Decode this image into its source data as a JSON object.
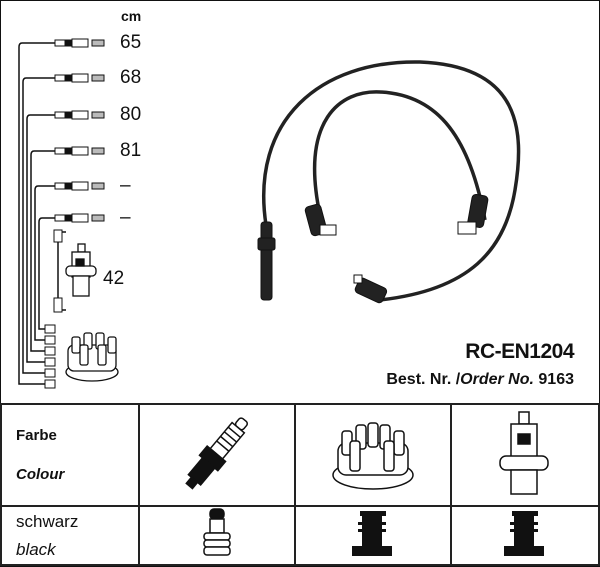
{
  "lengths": {
    "unit": "cm",
    "leads": [
      "65",
      "68",
      "80",
      "81",
      "–",
      "–"
    ],
    "coil_lead": "42"
  },
  "product": {
    "code": "RC-EN1204",
    "order_label_de": "Best. Nr.",
    "order_label_en": "Order No.",
    "order_number": "9163"
  },
  "table": {
    "header_de": "Farbe",
    "header_en": "Colour",
    "colour_de": "schwarz",
    "colour_en": "black"
  }
}
